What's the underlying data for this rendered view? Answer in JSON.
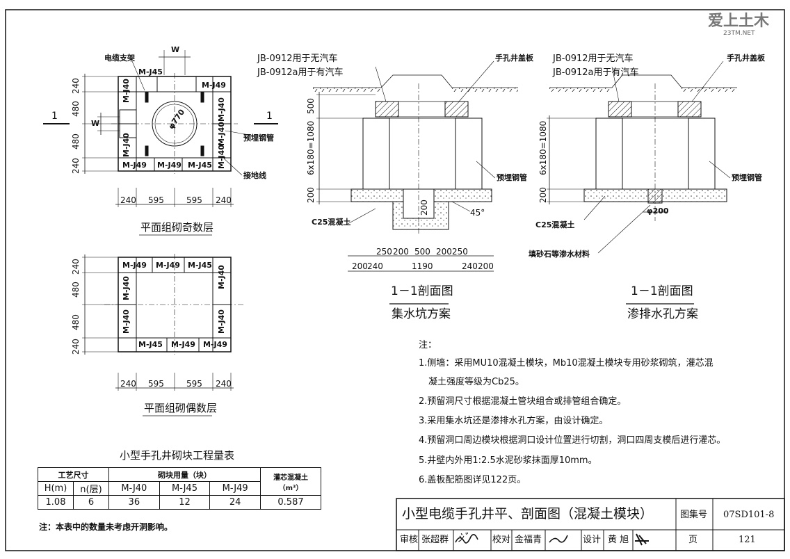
{
  "watermark": {
    "logo": "爱上土木",
    "site": "23TM.NET"
  },
  "plan_odd": {
    "title": "平面组砌奇数层",
    "labels": {
      "bracket": "电缆支架",
      "pipe": "预埋钢管",
      "ground": "接地线",
      "w": "W",
      "diam": "φ770",
      "section": "1"
    },
    "blocks": [
      "M-J45",
      "M-J49",
      "M-J40",
      "M-J40",
      "M-J40",
      "M-J40",
      "M-J40",
      "M-J49",
      "M-J49",
      "M-J45"
    ],
    "dims_v": [
      "240",
      "480",
      "480",
      "240"
    ],
    "dims_h": [
      "240",
      "595",
      "595",
      "240"
    ]
  },
  "plan_even": {
    "title": "平面组砌偶数层",
    "blocks": [
      "M-J49",
      "M-J49",
      "M-J45",
      "M-J40",
      "M-J40",
      "M-J40",
      "M-J40",
      "M-J45",
      "M-J49",
      "M-J49"
    ],
    "dims_v": [
      "240",
      "480",
      "480",
      "240"
    ],
    "dims_h": [
      "240",
      "595",
      "595",
      "240"
    ]
  },
  "section_a": {
    "title": "1－1剖面图",
    "subtitle": "集水坑方案",
    "labels": {
      "jb1": "JB-0912用于无汽车",
      "jb2": "JB-0912a用于有汽车",
      "cover": "手孔井盖板",
      "pipe": "预埋钢管",
      "concrete": "C25混凝土",
      "angle": "45°",
      "pit": "200"
    },
    "dims_v": [
      "500",
      "6x180=1080",
      "200"
    ],
    "dims_top": [
      "250",
      "200",
      "500",
      "200",
      "250"
    ],
    "dims_bottom": [
      "200",
      "240",
      "1190",
      "240",
      "200"
    ]
  },
  "section_b": {
    "title": "1－1剖面图",
    "subtitle": "渗排水孔方案",
    "labels": {
      "jb1": "JB-0912用于无汽车",
      "jb2": "JB-0912a用于有汽车",
      "cover": "手孔井盖板",
      "pipe": "预埋钢管",
      "concrete": "C25混凝土",
      "hole": "φ200",
      "fill": "填砂石等渗水材料"
    },
    "dims_v": [
      "6x180=1080",
      "200"
    ]
  },
  "notes": {
    "title": "注：",
    "items": [
      "1.侧墙：采用MU10混凝土模块，Mb10混凝土模块专用砂浆砌筑，灌芯混",
      "凝土强度等级为Cb25。",
      "2.预留洞尺寸根据混凝土管块组合或排管组合确定。",
      "3.采用集水坑还是渗排水孔方案，由设计确定。",
      "4.预留洞口周边模块根据洞口设计位置进行切割，洞口四周支模后进行灌芯。",
      "5.井壁内外用1:2.5水泥砂浆抹面厚10mm。",
      "6.盖板配筋图详见122页。"
    ]
  },
  "qty_table": {
    "title": "小型手孔井砌块工程量表",
    "h_size": "工艺尺寸",
    "h_blocks": "砌块用量（块）",
    "h_core": "灌芯混凝土",
    "h_core_unit": "（m³）",
    "cols": [
      "H(m)",
      "n(层)",
      "M-J40",
      "M-J45",
      "M-J49"
    ],
    "row": [
      "1.08",
      "6",
      "36",
      "12",
      "24",
      "0.587"
    ],
    "footnote": "注：本表中的数量未考虑开洞影响。"
  },
  "title_block": {
    "title": "小型电缆手孔井平、剖面图（混凝土模块）",
    "atlas_label": "图集号",
    "atlas_no": "07SD101-8",
    "review": "审核",
    "reviewer": "张超群",
    "check": "校对",
    "checker": "金福青",
    "design": "设计",
    "designer": "黄 旭",
    "page_label": "页",
    "page_no": "121"
  }
}
